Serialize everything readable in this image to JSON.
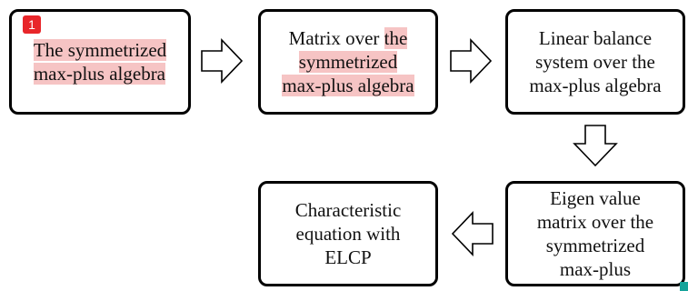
{
  "annotation": {
    "badge": "1",
    "badge_color": "#e8262a",
    "highlight_color": "#f6c4c4"
  },
  "nodes": {
    "n1": {
      "line1": "The symmetrized",
      "line2": "max-plus algebra"
    },
    "n2": {
      "line1": "Matrix over ",
      "line1_hl": "the",
      "line2": "symmetrized",
      "line3": "max-plus algebra"
    },
    "n3": {
      "line1": "Linear balance",
      "line2": "system over the",
      "line3": "max-plus algebra"
    },
    "n4": {
      "line1": "Eigen value",
      "line2": "matrix over the",
      "line3": "symmetrized",
      "line4": "max-plus"
    },
    "n5": {
      "line1": "Characteristic",
      "line2": "equation with",
      "line3": "ELCP"
    }
  },
  "edges": [
    {
      "from": "n1",
      "to": "n2",
      "direction": "right"
    },
    {
      "from": "n2",
      "to": "n3",
      "direction": "right"
    },
    {
      "from": "n3",
      "to": "n4",
      "direction": "down"
    },
    {
      "from": "n4",
      "to": "n5",
      "direction": "left"
    }
  ]
}
